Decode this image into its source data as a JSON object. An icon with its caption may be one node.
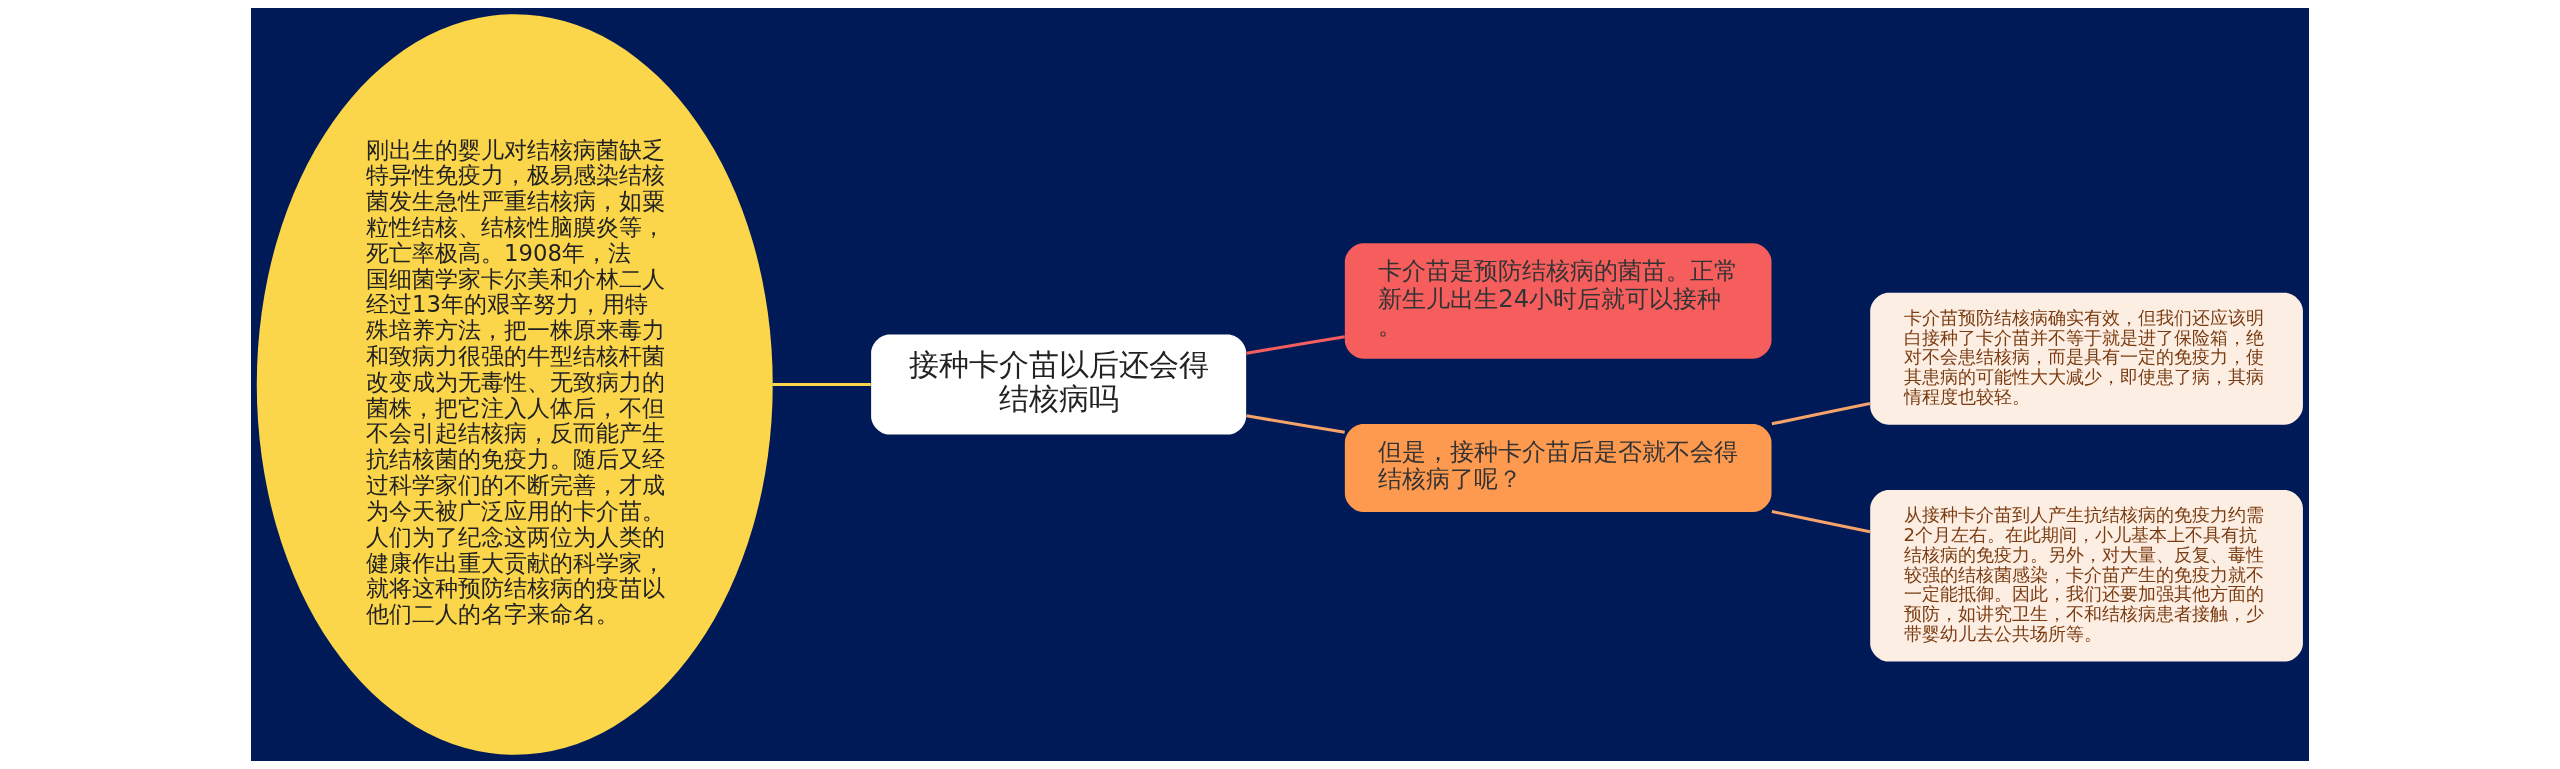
{
  "diagram": {
    "nodes": [
      {
        "text": [
          "接种卡介苗以后还会得结核病吗"
        ]
      },
      {
        "text": [
          "刚出生的婴儿对结核病菌缺乏特异性免疫力，极易感染结核菌发生急性严重结核病，如粟粒性结核、结核性脑膜炎等，死亡率极高。1908年，法国细菌学家卡尔美和介林二人经过13年的艰辛努力，用特殊培养方法，把一株原来毒力和致病力很强的牛型结核杆菌改变成为无毒性、无致病力的菌株，把它注入人体后，不但不会引起结核病，反而能产生抗结核菌的免疫力。随后又经过科学家们的不断完善，才成为今天被广泛应用的卡介苗。人们为了纪念这两位为人类的健康作出重大贡献的科学家，就将这种预防结核病的疫苗以他们二人的名字来命名。"
        ]
      },
      {
        "text": [
          "卡介苗是预防结核病的菌苗。正常新生儿出生24小时后就可以接种。"
        ]
      },
      {
        "text": [
          "但是，接种卡介苗后是否就不会得结核病了呢？"
        ]
      },
      {
        "text": [
          "卡介苗预防结核病确实有效，但我们还应该明白接种了卡介苗并不等于就是进了保险箱，绝对不会患结核病，而是具有一定的免疫力，使其患病的可能性大大减少，即使患了病，其病情程度也较轻。"
        ]
      },
      {
        "text": [
          "从接种卡介苗到人产生抗结核病的免疫力约需2个月左右。在此期间，小儿基本上不具有抗结核病的免疫力。另外，对大量、反复、毒性较强的结核菌感染，卡介苗产生的免疫力就不一定能抵御。因此，我们还要加强其他方面的预防，如讲究卫生，不和结核病患者接触，少带婴幼儿去公共场所等。"
        ]
      }
    ],
    "edges": [
      {
        "from": 1,
        "to": 0,
        "arrow": "none",
        "color": "#fbd54a"
      },
      {
        "from": 0,
        "to": 2,
        "arrow": "none",
        "color": "#f65e5e"
      },
      {
        "from": 0,
        "to": 3,
        "arrow": "none"
      },
      {
        "from": 3,
        "to": 4,
        "arrow": "none"
      },
      {
        "from": 3,
        "to": 5,
        "arrow": "none"
      }
    ]
  }
}
